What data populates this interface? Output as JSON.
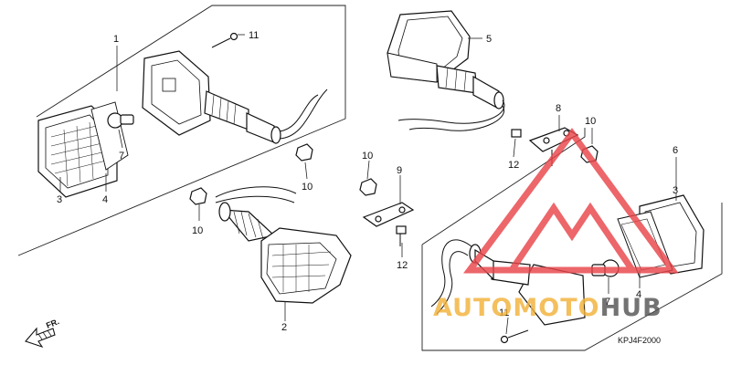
{
  "diagram": {
    "callouts": {
      "c1": "1",
      "c2": "2",
      "c3a": "3",
      "c3b": "3",
      "c4a": "4",
      "c4b": "4",
      "c5": "5",
      "c6": "6",
      "c7a": "7",
      "c7b": "7",
      "c8": "8",
      "c9": "9",
      "c10a": "10",
      "c10b": "10",
      "c10c": "10",
      "c10d": "10",
      "c11a": "11",
      "c11b": "11",
      "c12a": "12",
      "c12b": "12"
    },
    "direction_label": "FR.",
    "drawing_code": "KPJ4F2000"
  },
  "watermark": {
    "word_parts": [
      "AUTO",
      "MOTO",
      "HUB"
    ],
    "colors": {
      "auto": "#f2b23a",
      "moto": "#f2b23a",
      "hub": "#555555",
      "logo": "#e8454a"
    }
  }
}
